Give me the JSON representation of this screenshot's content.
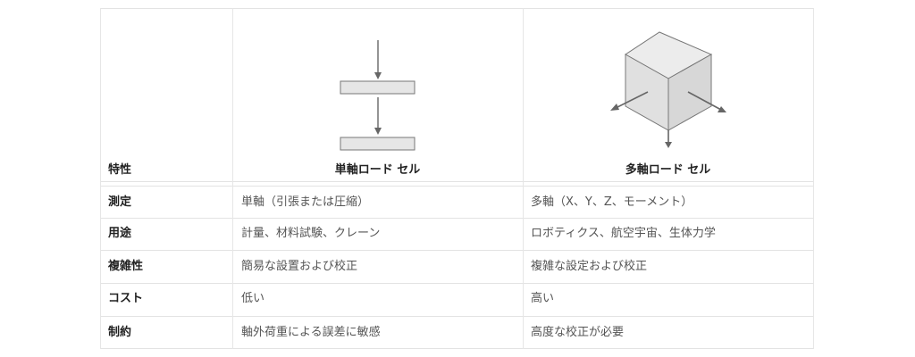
{
  "header": {
    "corner": "特性",
    "single": "単軸ロード セル",
    "multi": "多軸ロード セル"
  },
  "rows": [
    {
      "label": "測定",
      "single": "単軸（引張または圧縮）",
      "multi": "多軸（X、Y、Z、モーメント）"
    },
    {
      "label": "用途",
      "single": "計量、材料試験、クレーン",
      "multi": "ロボティクス、航空宇宙、生体力学"
    },
    {
      "label": "複雑性",
      "single": "簡易な設置および校正",
      "multi": "複雑な設定および校正"
    },
    {
      "label": "コスト",
      "single": "低い",
      "multi": "高い"
    },
    {
      "label": "制約",
      "single": "軸外荷重による誤差に敏感",
      "multi": "高度な校正が必要"
    }
  ],
  "colors": {
    "grid": "#e3e3e3",
    "plate_fill": "#e6e6e6",
    "arrow": "#666666"
  }
}
